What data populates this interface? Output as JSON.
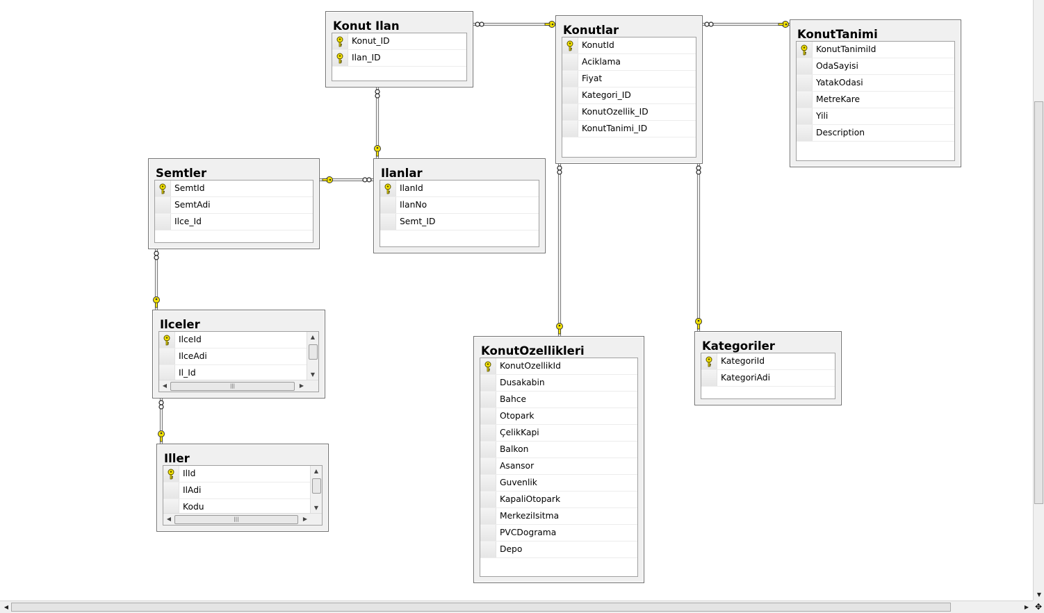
{
  "diagram": {
    "tables": [
      {
        "id": "konut-ilan",
        "title": "Konut Ilan",
        "columns": [
          {
            "name": "Konut_ID",
            "pk": true
          },
          {
            "name": "Ilan_ID",
            "pk": true
          }
        ]
      },
      {
        "id": "konutlar",
        "title": "Konutlar",
        "columns": [
          {
            "name": "KonutId",
            "pk": true
          },
          {
            "name": "Aciklama",
            "pk": false
          },
          {
            "name": "Fiyat",
            "pk": false
          },
          {
            "name": "Kategori_ID",
            "pk": false
          },
          {
            "name": "KonutOzellik_ID",
            "pk": false
          },
          {
            "name": "KonutTanimi_ID",
            "pk": false
          }
        ]
      },
      {
        "id": "konuttanimi",
        "title": "KonutTanimi",
        "columns": [
          {
            "name": "KonutTanimiId",
            "pk": true
          },
          {
            "name": "OdaSayisi",
            "pk": false
          },
          {
            "name": "YatakOdasi",
            "pk": false
          },
          {
            "name": "MetreKare",
            "pk": false
          },
          {
            "name": "Yili",
            "pk": false
          },
          {
            "name": "Description",
            "pk": false
          }
        ]
      },
      {
        "id": "semtler",
        "title": "Semtler",
        "columns": [
          {
            "name": "SemtId",
            "pk": true
          },
          {
            "name": "SemtAdi",
            "pk": false
          },
          {
            "name": "Ilce_Id",
            "pk": false
          }
        ]
      },
      {
        "id": "ilanlar",
        "title": "Ilanlar",
        "columns": [
          {
            "name": "IlanId",
            "pk": true
          },
          {
            "name": "IlanNo",
            "pk": false
          },
          {
            "name": "Semt_ID",
            "pk": false
          }
        ]
      },
      {
        "id": "ilceler",
        "title": "Ilceler",
        "scroll": true,
        "columns": [
          {
            "name": "IlceId",
            "pk": true
          },
          {
            "name": "IlceAdi",
            "pk": false
          },
          {
            "name": "Il_Id",
            "pk": false
          }
        ]
      },
      {
        "id": "iller",
        "title": "Iller",
        "scroll": true,
        "columns": [
          {
            "name": "IlId",
            "pk": true
          },
          {
            "name": "IlAdi",
            "pk": false
          },
          {
            "name": "Kodu",
            "pk": false
          }
        ]
      },
      {
        "id": "konutozellikleri",
        "title": "KonutOzellikleri",
        "columns": [
          {
            "name": "KonutOzellikId",
            "pk": true
          },
          {
            "name": "Dusakabin",
            "pk": false
          },
          {
            "name": "Bahce",
            "pk": false
          },
          {
            "name": "Otopark",
            "pk": false
          },
          {
            "name": "ÇelikKapi",
            "pk": false
          },
          {
            "name": "Balkon",
            "pk": false
          },
          {
            "name": "Asansor",
            "pk": false
          },
          {
            "name": "Guvenlik",
            "pk": false
          },
          {
            "name": "KapaliOtopark",
            "pk": false
          },
          {
            "name": "MerkeziIsitma",
            "pk": false
          },
          {
            "name": "PVCDograma",
            "pk": false
          },
          {
            "name": "Depo",
            "pk": false
          }
        ]
      },
      {
        "id": "kategoriler",
        "title": "Kategoriler",
        "columns": [
          {
            "name": "KategoriId",
            "pk": true
          },
          {
            "name": "KategoriAdi",
            "pk": false
          }
        ]
      }
    ],
    "relationships": [
      {
        "from": "konut-ilan",
        "to": "konutlar"
      },
      {
        "from": "konutlar",
        "to": "konuttanimi"
      },
      {
        "from": "konut-ilan",
        "to": "ilanlar"
      },
      {
        "from": "ilanlar",
        "to": "semtler"
      },
      {
        "from": "semtler",
        "to": "ilceler"
      },
      {
        "from": "ilceler",
        "to": "iller"
      },
      {
        "from": "konutlar",
        "to": "konutozellikleri"
      },
      {
        "from": "konutlar",
        "to": "kategoriler"
      }
    ]
  },
  "icons": {
    "primary_key": "key-icon",
    "many_end": "infinity-icon",
    "one_end": "key-icon"
  },
  "colors": {
    "key": "#f5e400",
    "line": "#808080",
    "table_bg": "#f0f0f0"
  }
}
